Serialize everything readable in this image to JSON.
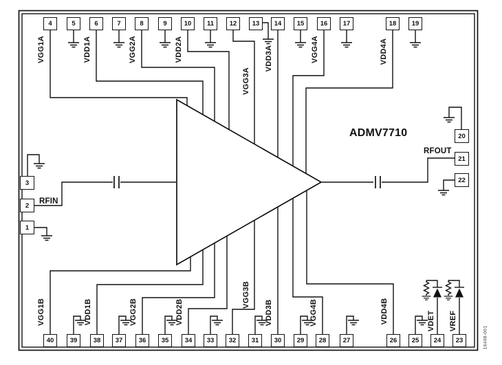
{
  "part_number": "ADMV7710",
  "figure_code": "16408-001",
  "rf": {
    "input_label": "RFIN",
    "output_label": "RFOUT"
  },
  "pin_numbers": {
    "top": [
      "4",
      "5",
      "6",
      "7",
      "8",
      "9",
      "10",
      "11",
      "12",
      "13",
      "14",
      "15",
      "16",
      "17",
      "18",
      "19"
    ],
    "bottom": [
      "40",
      "39",
      "38",
      "37",
      "36",
      "35",
      "34",
      "33",
      "32",
      "31",
      "30",
      "29",
      "28",
      "27",
      "26",
      "25",
      "24",
      "23"
    ],
    "left": [
      "3",
      "2",
      "1"
    ],
    "right": [
      "20",
      "21",
      "22"
    ]
  },
  "pin_labels": {
    "top": [
      "VGG1A",
      "VDD1A",
      "VGG2A",
      "VDD2A",
      "VGG3A",
      "VDD3A",
      "VGG4A",
      "VDD4A"
    ],
    "bottom": [
      "VGG1B",
      "VDD1B",
      "VGG2B",
      "VDD2B",
      "VGG3B",
      "VDD3B",
      "VGG4B",
      "VDD4B"
    ],
    "aux": [
      "VDET",
      "VREF"
    ]
  },
  "colors": {
    "line": "#111111",
    "background": "#ffffff"
  }
}
